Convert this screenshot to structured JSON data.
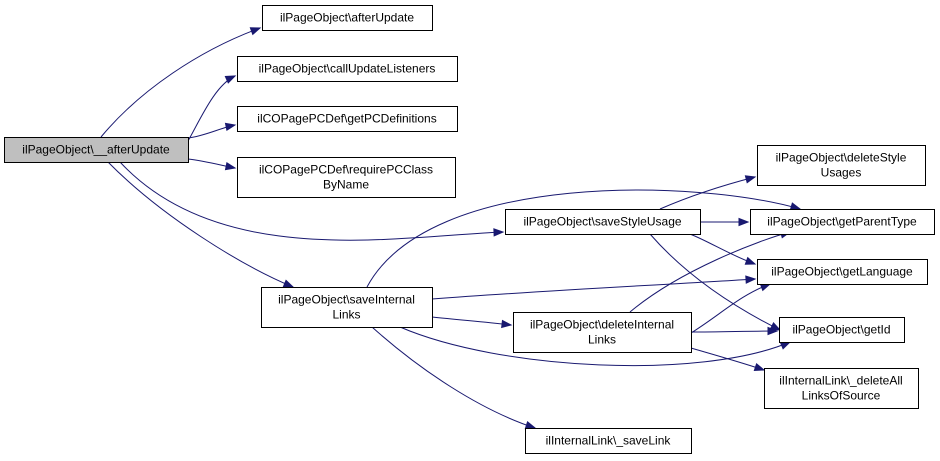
{
  "nodes": [
    {
      "id": "root",
      "lines": [
        "ilPageObject\\__afterUpdate"
      ]
    },
    {
      "id": "afterUpdate",
      "lines": [
        "ilPageObject\\afterUpdate"
      ]
    },
    {
      "id": "callUpdateListeners",
      "lines": [
        "ilPageObject\\callUpdateListeners"
      ]
    },
    {
      "id": "getPCDefinitions",
      "lines": [
        "ilCOPagePCDef\\getPCDefinitions"
      ]
    },
    {
      "id": "requirePCClassByName",
      "lines": [
        "ilCOPagePCDef\\requirePCClass",
        "ByName"
      ]
    },
    {
      "id": "saveStyleUsage",
      "lines": [
        "ilPageObject\\saveStyleUsage"
      ]
    },
    {
      "id": "saveInternalLinks",
      "lines": [
        "ilPageObject\\saveInternal",
        "Links"
      ]
    },
    {
      "id": "deleteInternalLinks",
      "lines": [
        "ilPageObject\\deleteInternal",
        "Links"
      ]
    },
    {
      "id": "saveLink",
      "lines": [
        "ilInternalLink\\_saveLink"
      ]
    },
    {
      "id": "deleteStyleUsages",
      "lines": [
        "ilPageObject\\deleteStyle",
        "Usages"
      ]
    },
    {
      "id": "getParentType",
      "lines": [
        "ilPageObject\\getParentType"
      ]
    },
    {
      "id": "getLanguage",
      "lines": [
        "ilPageObject\\getLanguage"
      ]
    },
    {
      "id": "getId",
      "lines": [
        "ilPageObject\\getId"
      ]
    },
    {
      "id": "deleteAllLinksOfSource",
      "lines": [
        "ilInternalLink\\_deleteAll",
        "LinksOfSource"
      ]
    }
  ],
  "edges": [
    {
      "from": "root",
      "to": "afterUpdate"
    },
    {
      "from": "root",
      "to": "callUpdateListeners"
    },
    {
      "from": "root",
      "to": "getPCDefinitions"
    },
    {
      "from": "root",
      "to": "requirePCClassByName"
    },
    {
      "from": "root",
      "to": "saveStyleUsage"
    },
    {
      "from": "root",
      "to": "saveInternalLinks"
    },
    {
      "from": "saveStyleUsage",
      "to": "deleteStyleUsages"
    },
    {
      "from": "saveStyleUsage",
      "to": "getParentType"
    },
    {
      "from": "saveStyleUsage",
      "to": "getLanguage"
    },
    {
      "from": "saveStyleUsage",
      "to": "getId"
    },
    {
      "from": "saveInternalLinks",
      "to": "getParentType"
    },
    {
      "from": "saveInternalLinks",
      "to": "getLanguage"
    },
    {
      "from": "saveInternalLinks",
      "to": "deleteInternalLinks"
    },
    {
      "from": "saveInternalLinks",
      "to": "getId"
    },
    {
      "from": "saveInternalLinks",
      "to": "saveLink"
    },
    {
      "from": "deleteInternalLinks",
      "to": "getParentType"
    },
    {
      "from": "deleteInternalLinks",
      "to": "getLanguage"
    },
    {
      "from": "deleteInternalLinks",
      "to": "getId"
    },
    {
      "from": "deleteInternalLinks",
      "to": "deleteAllLinksOfSource"
    }
  ]
}
